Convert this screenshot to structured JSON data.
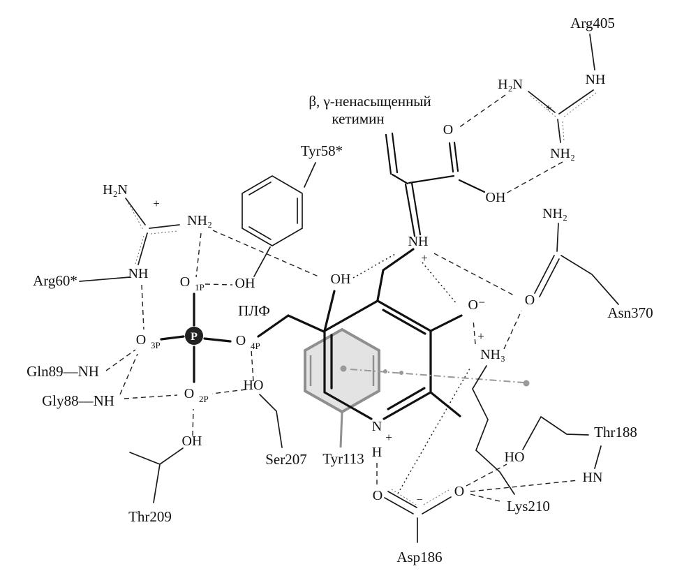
{
  "figure": {
    "kind": "plp-binding-site-diagram",
    "caption_line1": "β, γ-ненасыщенный",
    "caption_line2": "кетимин",
    "ligand_label": "ПЛФ",
    "colors": {
      "ink": "#1a1a1a",
      "stack_gray": "#8f8f8f"
    },
    "residues": {
      "arg405": "Arg405",
      "tyr58": "Tyr58*",
      "arg60": "Arg60*",
      "gln89_nh": "Gln89—NH",
      "gly88_nh": "Gly88—NH",
      "thr209": "Thr209",
      "ser207": "Ser207",
      "tyr113": "Tyr113",
      "asp186": "Asp186",
      "lys210": "Lys210",
      "thr188": "Thr188",
      "asn370": "Asn370"
    },
    "atoms": {
      "arg405_nh": "NH",
      "arg405_h2n": "H₂N",
      "arg405_nh2": "NH₂",
      "ket_o": "O",
      "ket_oh": "OH",
      "arg60_h2n": "H₂N",
      "arg60_nh2": "NH₂",
      "arg60_nh": "NH",
      "schiff_nh": "NH",
      "phosphate_p": "P",
      "o1p_o": "O",
      "o1p_sub": "1P",
      "o2p_o": "O",
      "o2p_sub": "2P",
      "o3p_o": "O",
      "o3p_sub": "3P",
      "o4p_o": "O",
      "o4p_sub": "4P",
      "tyr58_oh": "OH",
      "plp_oh": "OH",
      "plp_o_minus": "O⁻",
      "asn370_nh2": "NH₂",
      "asn370_o": "O",
      "lys_nh3": "NH₃",
      "ser_ho": "HO",
      "thr209_oh": "OH",
      "thr188_ho": "HO",
      "thr188_hn": "HN",
      "ring_n": "N",
      "ring_nh": "H",
      "asp_o_left": "O",
      "asp_o_right": "O"
    },
    "charges": {
      "plus": "+",
      "minus": "−"
    }
  }
}
